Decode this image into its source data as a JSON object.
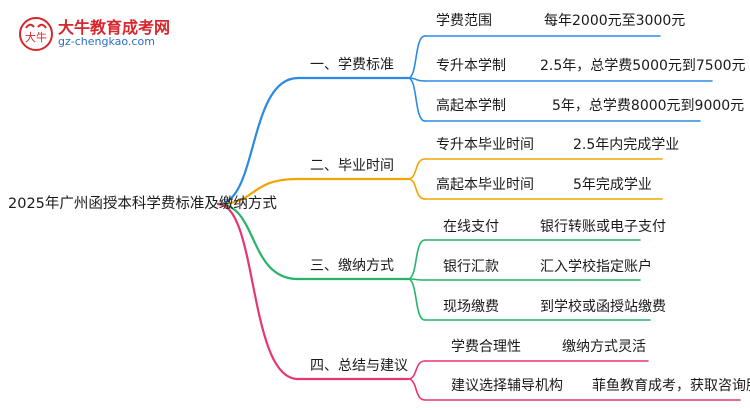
{
  "logo": {
    "name": "大牛教育成考网",
    "domain": "gz-chengkao.com",
    "mark_text": "大牛"
  },
  "root": {
    "label": "2025年广州函授本科学费标准及缴纳方式"
  },
  "branches": [
    {
      "label": "一、学费标准",
      "color": "#2b8ae6",
      "items": [
        {
          "key": "学费范围",
          "value": "每年2000元至3000元"
        },
        {
          "key": "专升本学制",
          "value": "2.5年，总学费5000元到7500元"
        },
        {
          "key": "高起本学制",
          "value": "5年，总学费8000元到9000元"
        }
      ]
    },
    {
      "label": "二、毕业时间",
      "color": "#f0a500",
      "items": [
        {
          "key": "专升本毕业时间",
          "value": "2.5年内完成学业"
        },
        {
          "key": "高起本毕业时间",
          "value": "5年完成学业"
        }
      ]
    },
    {
      "label": "三、缴纳方式",
      "color": "#27b36a",
      "items": [
        {
          "key": "在线支付",
          "value": "银行转账或电子支付"
        },
        {
          "key": "银行汇款",
          "value": "汇入学校指定账户"
        },
        {
          "key": "现场缴费",
          "value": "到学校或函授站缴费"
        }
      ]
    },
    {
      "label": "四、总结与建议",
      "color": "#e63670",
      "items": [
        {
          "key": "学费合理性",
          "value": "缴纳方式灵活"
        },
        {
          "key": "建议选择辅导机构",
          "value": "菲鱼教育成考，获取咨询服务"
        }
      ]
    }
  ]
}
